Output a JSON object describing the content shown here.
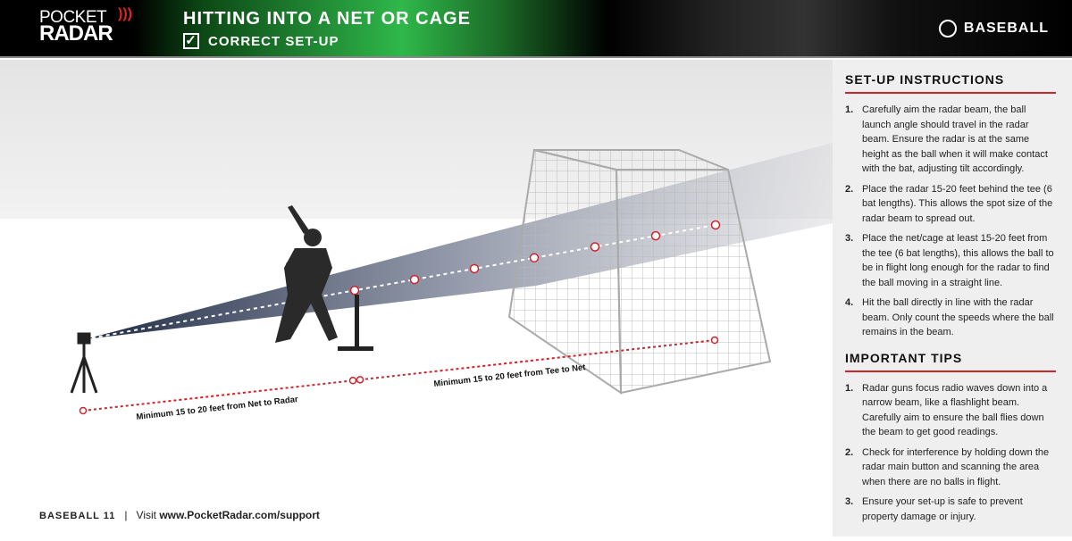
{
  "header": {
    "logo_line1": "POCKET",
    "logo_line2": "RADAR",
    "title": "HITTING INTO A NET OR CAGE",
    "subtitle": "CORRECT SET-UP",
    "sport": "BASEBALL"
  },
  "illustration": {
    "label_radar": "Minimum 15 to 20 feet from Net to Radar",
    "label_net": "Minimum 15 to 20 feet from Tee to Net",
    "accent": "#d2232a"
  },
  "setup": {
    "title": "SET-UP INSTRUCTIONS",
    "items": [
      {
        "n": "1.",
        "text": "Carefully aim the radar beam, the ball launch angle should travel in the radar beam. Ensure the radar is at the same height as the ball when it will make contact with the bat, adjusting tilt accordingly."
      },
      {
        "n": "2.",
        "text": "Place the radar 15-20 feet behind the tee (6 bat lengths). This allows the spot size of the radar beam to spread out."
      },
      {
        "n": "3.",
        "text": "Place the net/cage at least 15-20 feet from the tee (6 bat lengths), this allows the ball to be in flight long enough for the radar to find the ball moving in a straight line."
      },
      {
        "n": "4.",
        "text": "Hit the ball directly in line with the radar beam. Only count the speeds where the ball remains in the beam."
      }
    ]
  },
  "tips": {
    "title": "IMPORTANT TIPS",
    "items": [
      {
        "n": "1.",
        "text": "Radar guns focus radio waves down into a narrow beam, like a flashlight beam. Carefully aim to ensure the ball flies down the beam to get good readings."
      },
      {
        "n": "2.",
        "text": "Check for interference by holding down the radar main button and scanning the area when there are no balls in flight."
      },
      {
        "n": "3.",
        "text": "Ensure your set-up is safe to prevent property damage or injury."
      }
    ]
  },
  "footer": {
    "page": "BASEBALL 11",
    "sep": "|",
    "visit": "Visit ",
    "url": "www.PocketRadar.com/support"
  }
}
